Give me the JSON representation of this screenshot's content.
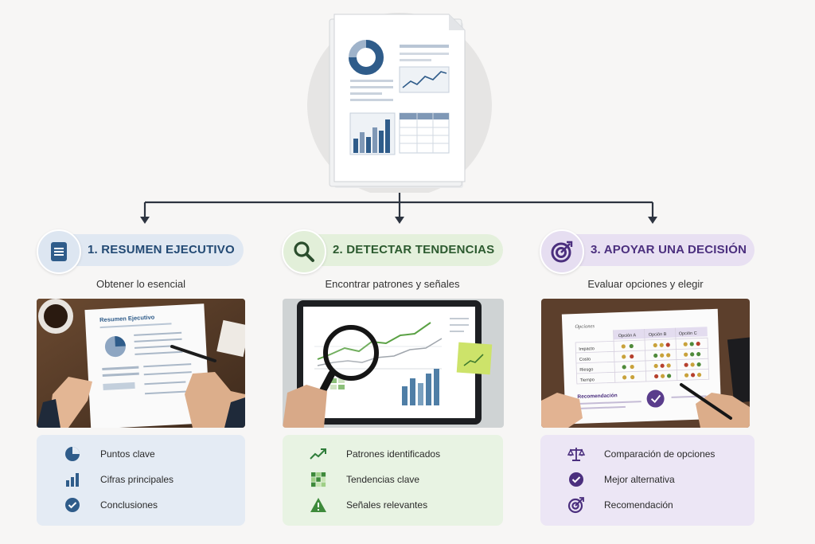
{
  "columns": [
    {
      "title": "1. RESUMEN EJECUTIVO",
      "subtitle": "Obtener lo esencial",
      "photo_heading": "Resumen Ejecutivo",
      "items": [
        "Puntos clave",
        "Cifras principales",
        "Conclusiones"
      ],
      "icons": [
        "document-icon",
        "pie-chart-icon",
        "bar-chart-icon",
        "check-circle-icon"
      ]
    },
    {
      "title": "2. DETECTAR TENDENCIAS",
      "subtitle": "Encontrar patrones y señales",
      "items": [
        "Patrones identificados",
        "Tendencias clave",
        "Señales relevantes"
      ],
      "icons": [
        "magnifier-icon",
        "trend-up-icon",
        "heatmap-icon",
        "warning-icon"
      ]
    },
    {
      "title": "3. APOYAR UNA DECISIÓN",
      "subtitle": "Evaluar opciones y elegir",
      "photo_heading": "Opciones",
      "photo_table": {
        "headers": [
          "Opción A",
          "Opción B",
          "Opción C"
        ],
        "rows": [
          "Impacto",
          "Costo",
          "Riesgo",
          "Tiempo"
        ]
      },
      "photo_footer": "Recomendación",
      "items": [
        "Comparación de opciones",
        "Mejor alternativa",
        "Recomendación"
      ],
      "icons": [
        "target-icon",
        "scales-icon",
        "check-circle-icon",
        "target-icon"
      ]
    }
  ],
  "colors": {
    "blue": "#2f5c8a",
    "blue_light": "#e4ebf4",
    "green": "#2f7d3a",
    "green_light": "#e8f3e3",
    "purple": "#5a3d8c",
    "purple_light": "#ece6f5"
  }
}
